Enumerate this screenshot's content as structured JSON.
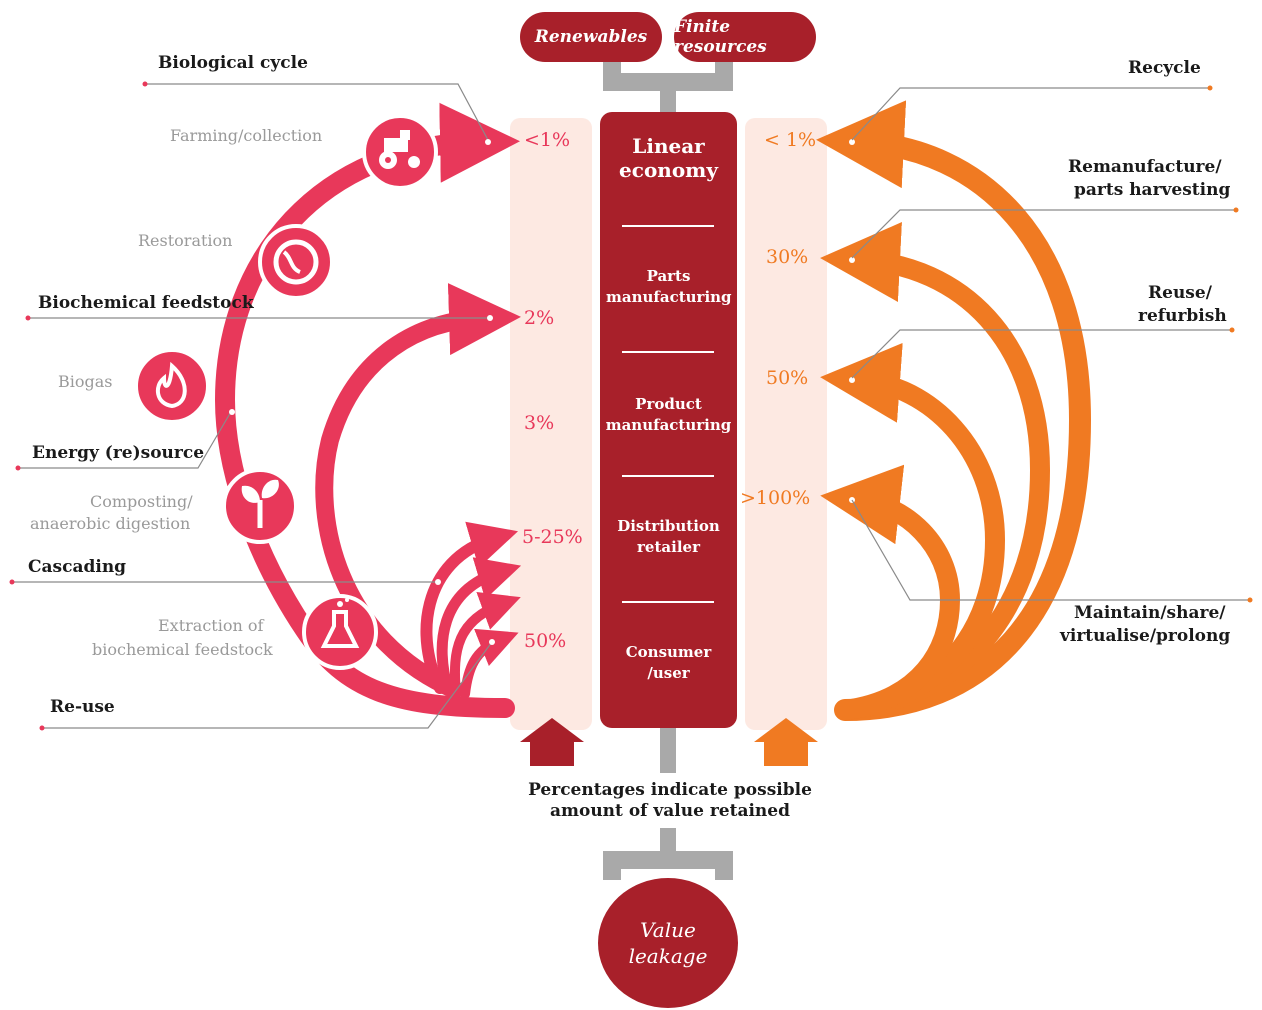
{
  "sources": [
    "Renewables",
    "Finite resources"
  ],
  "center_column": {
    "stages": [
      "Linear economy",
      "Parts manufacturing",
      "Product manufacturing",
      "Distribution retailer",
      "Consumer /user"
    ]
  },
  "left_percentages": [
    "<1%",
    "2%",
    "3%",
    "5-25%",
    "50%"
  ],
  "right_percentages": [
    "< 1%",
    "30%",
    "50%",
    ">100%"
  ],
  "left_labels": {
    "biological_cycle": "Biological cycle",
    "farming": "Farming/collection",
    "restoration": "Restoration",
    "biochemical_feedstock": "Biochemical feedstock",
    "biogas": "Biogas",
    "energy": "Energy (re)source",
    "composting_1": "Composting/",
    "composting_2": "anaerobic digestion",
    "cascading": "Cascading",
    "extraction_1": "Extraction of",
    "extraction_2": "biochemical feedstock",
    "reuse": "Re-use"
  },
  "right_labels": {
    "recycle": "Recycle",
    "remanufacture_1": "Remanufacture/",
    "remanufacture_2": "parts harvesting",
    "reuse_1": "Reuse/",
    "reuse_2": "refurbish",
    "maintain_1": "Maintain/share/",
    "maintain_2": "virtualise/prolong"
  },
  "footnote": [
    "Percentages indicate possible",
    "amount of value retained"
  ],
  "value_leakage": [
    "Value",
    "leakage"
  ],
  "icons": [
    "tractor-icon",
    "earth-icon",
    "flame-icon",
    "sprout-icon",
    "flask-icon"
  ],
  "colors": {
    "dark_red": "#a8202a",
    "pink": "#e8385a",
    "orange": "#f07a22",
    "pale": "#fde9e2",
    "grey": "#9a9a9a"
  }
}
